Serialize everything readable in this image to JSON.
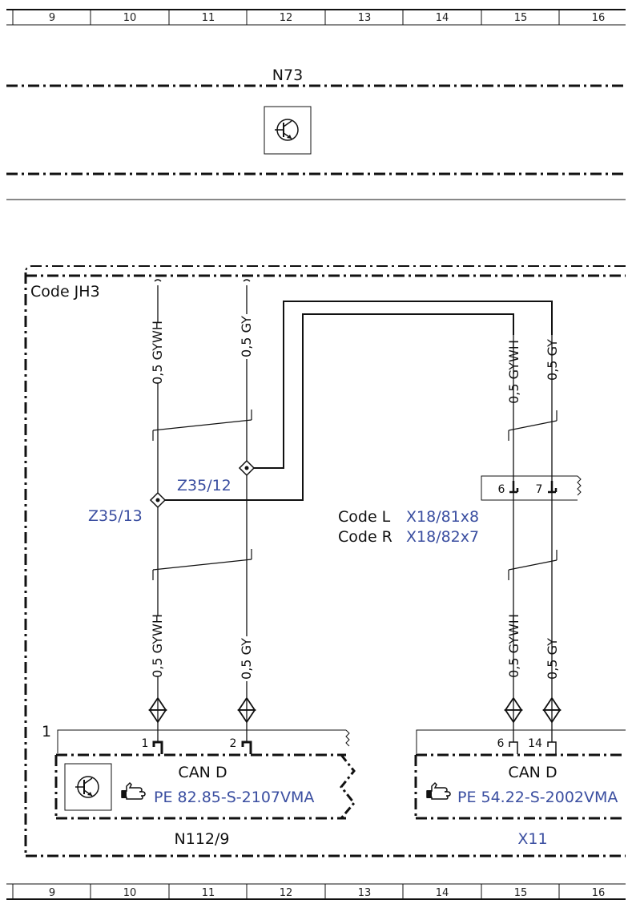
{
  "ruler": {
    "columns": [
      "9",
      "10",
      "11",
      "12",
      "13",
      "14",
      "15",
      "16"
    ]
  },
  "top_module": {
    "label": "N73"
  },
  "code_box": {
    "label": "Code JH3"
  },
  "wires": {
    "w1": "0,5 GYWH",
    "w2": "0,5 GY",
    "w3": "0,5 GYWH",
    "w4": "0,5 GY",
    "w5": "0,5 GYWH",
    "w6": "0,5 GY",
    "w7": "0,5 GYWH",
    "w8": "0,5 GY"
  },
  "splices": {
    "z12": "Z35/12",
    "z13": "Z35/13"
  },
  "connector": {
    "pin6": "6",
    "pin7": "7",
    "codeL_label": "Code L",
    "codeL_ref": "X18/81x8",
    "codeR_label": "Code R",
    "codeR_ref": "X18/82x7"
  },
  "left_module": {
    "number": "1",
    "pin1": "1",
    "pin2": "2",
    "bus": "CAN D",
    "ref": "PE 82.85-S-2107VMA",
    "name": "N112/9"
  },
  "right_module": {
    "pin6": "6",
    "pin14": "14",
    "bus": "CAN D",
    "ref": "PE 54.22-S-2002VMA",
    "name": "X11"
  }
}
